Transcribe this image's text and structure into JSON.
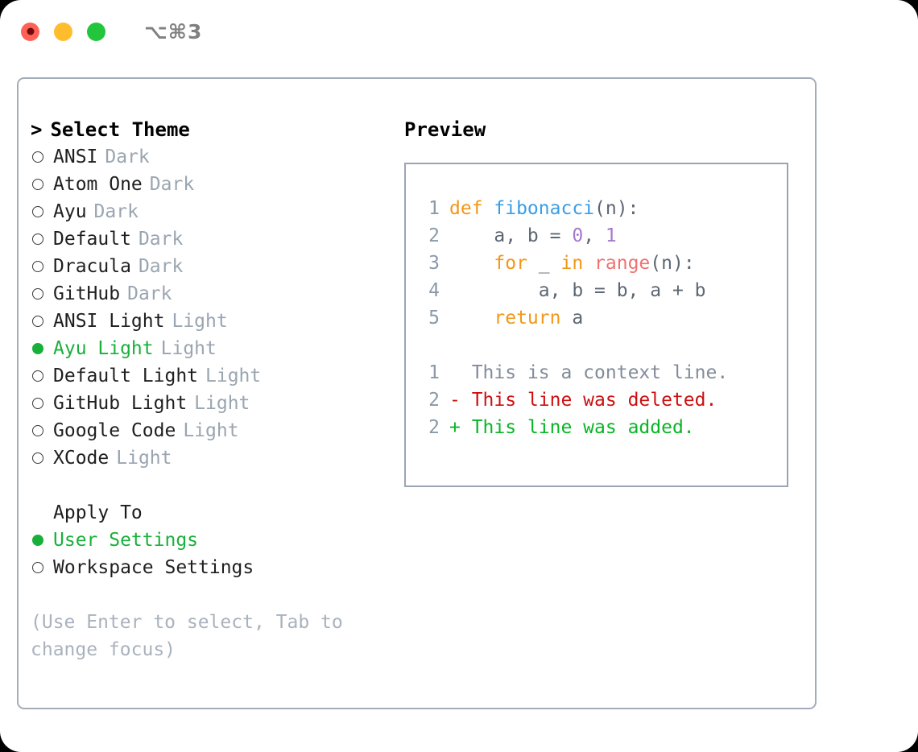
{
  "window": {
    "shortcut": "⌥⌘3",
    "traffic_lights": [
      {
        "name": "close",
        "color": "#ff6159"
      },
      {
        "name": "minimize",
        "color": "#ffbd2e"
      },
      {
        "name": "maximize",
        "color": "#21c63c"
      }
    ]
  },
  "theme_picker": {
    "caret": ">",
    "header": "Select Theme",
    "selected_color": "#19b03a",
    "tag_color": "#9aa5b1",
    "options": [
      {
        "label": "ANSI",
        "tag": "Dark",
        "selected": false
      },
      {
        "label": "Atom One",
        "tag": "Dark",
        "selected": false
      },
      {
        "label": "Ayu",
        "tag": "Dark",
        "selected": false
      },
      {
        "label": "Default",
        "tag": "Dark",
        "selected": false
      },
      {
        "label": "Dracula",
        "tag": "Dark",
        "selected": false
      },
      {
        "label": "GitHub",
        "tag": "Dark",
        "selected": false
      },
      {
        "label": "ANSI Light",
        "tag": "Light",
        "selected": false
      },
      {
        "label": "Ayu Light",
        "tag": "Light",
        "selected": true
      },
      {
        "label": "Default Light",
        "tag": "Light",
        "selected": false
      },
      {
        "label": "GitHub Light",
        "tag": "Light",
        "selected": false
      },
      {
        "label": "Google Code",
        "tag": "Light",
        "selected": false
      },
      {
        "label": "XCode",
        "tag": "Light",
        "selected": false
      }
    ]
  },
  "apply_to": {
    "title": "Apply To",
    "options": [
      {
        "label": "User Settings",
        "selected": true
      },
      {
        "label": "Workspace Settings",
        "selected": false
      }
    ]
  },
  "hint": "(Use Enter to select, Tab to change focus)",
  "preview": {
    "title": "Preview",
    "code": [
      {
        "lineno": "1",
        "tokens": [
          {
            "text": "def ",
            "cls": "tok-kw"
          },
          {
            "text": "fibonacci",
            "cls": "tok-fn"
          },
          {
            "text": "(n):",
            "cls": "tok-pln"
          }
        ]
      },
      {
        "lineno": "2",
        "tokens": [
          {
            "text": "    a, b = ",
            "cls": "tok-pln"
          },
          {
            "text": "0",
            "cls": "tok-num"
          },
          {
            "text": ", ",
            "cls": "tok-pln"
          },
          {
            "text": "1",
            "cls": "tok-num"
          }
        ]
      },
      {
        "lineno": "3",
        "tokens": [
          {
            "text": "    ",
            "cls": "tok-pln"
          },
          {
            "text": "for",
            "cls": "tok-kw"
          },
          {
            "text": " _ ",
            "cls": "tok-pln"
          },
          {
            "text": "in",
            "cls": "tok-kw"
          },
          {
            "text": " ",
            "cls": "tok-pln"
          },
          {
            "text": "range",
            "cls": "tok-call"
          },
          {
            "text": "(n):",
            "cls": "tok-pln"
          }
        ]
      },
      {
        "lineno": "4",
        "tokens": [
          {
            "text": "        a, b = b, a + b",
            "cls": "tok-pln"
          }
        ]
      },
      {
        "lineno": "5",
        "tokens": [
          {
            "text": "    ",
            "cls": "tok-pln"
          },
          {
            "text": "return",
            "cls": "tok-kw"
          },
          {
            "text": " a",
            "cls": "tok-pln"
          }
        ]
      }
    ],
    "diff": [
      {
        "lineno": "1",
        "marker": " ",
        "text": " This is a context line.",
        "cls": "diff-ctx"
      },
      {
        "lineno": "2",
        "marker": "-",
        "text": " This line was deleted.",
        "cls": "diff-del"
      },
      {
        "lineno": "2",
        "marker": "+",
        "text": " This line was added.",
        "cls": "diff-add"
      }
    ]
  },
  "colors": {
    "keyword": "#f29718",
    "function": "#399ee6",
    "number": "#a37acc",
    "call": "#f07171",
    "plain": "#5c6773",
    "lineno": "#8a99a8",
    "diff_context": "#828c99",
    "diff_deleted": "#cc1010",
    "diff_added": "#0ab526",
    "border": "#9aa5b4",
    "accent_green": "#19b03a"
  }
}
